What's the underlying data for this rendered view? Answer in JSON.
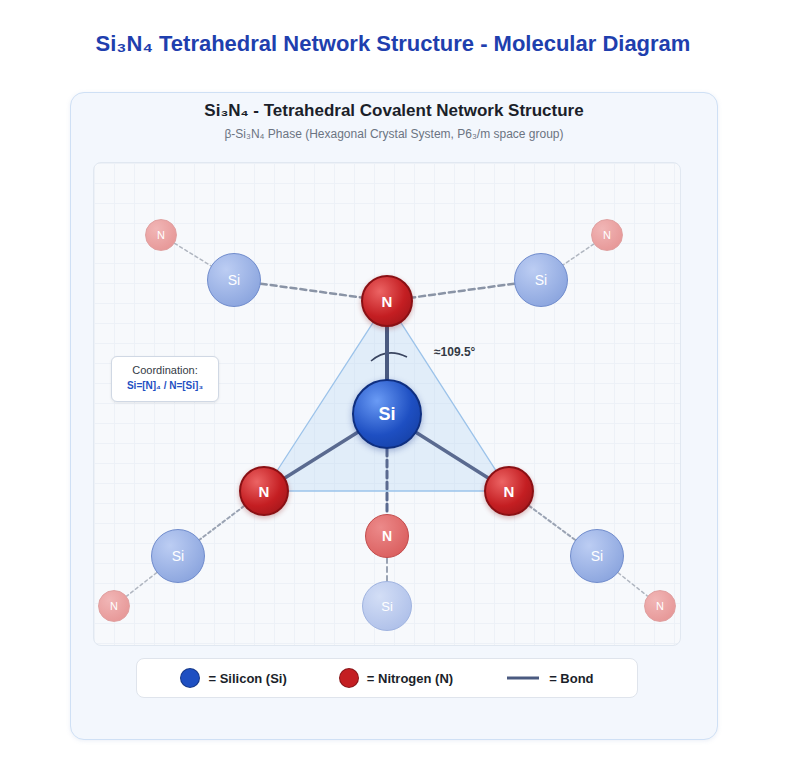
{
  "diagram": {
    "title": "Si₃N₄ Tetrahedral Network Structure - Molecular Diagram",
    "nodes": [
      {
        "text": [
          "Si₃N₄ - Tetrahedral Covalent Network Structure",
          "β-Si₃N₄ Phase (Hexagonal Crystal System, P6₃/m space group)"
        ]
      },
      {
        "text": [
          "N"
        ],
        "in": 0
      },
      {
        "text": [
          "N"
        ],
        "in": 0
      },
      {
        "text": [
          "Si"
        ],
        "in": 0
      },
      {
        "text": [
          "N"
        ],
        "in": 0
      },
      {
        "text": [
          "Si"
        ],
        "in": 0
      },
      {
        "text": [
          "Coordination:",
          "Si=[N]₄ / N=[Si]₃"
        ],
        "in": 0
      },
      {
        "text": [
          "Si"
        ],
        "in": 0
      },
      {
        "text": [
          "N"
        ],
        "in": 0
      },
      {
        "text": [
          "N"
        ],
        "in": 0
      },
      {
        "text": [
          "N"
        ],
        "in": 0
      },
      {
        "text": [
          "Si"
        ],
        "in": 0
      },
      {
        "text": [
          "Si"
        ],
        "in": 0
      },
      {
        "text": [
          "N"
        ],
        "in": 0
      },
      {
        "text": [
          "Si"
        ],
        "in": 0
      },
      {
        "text": [
          "N"
        ],
        "in": 0
      }
    ],
    "edges": [
      {
        "from": 7,
        "to": 4,
        "arrow": "none"
      },
      {
        "from": 7,
        "to": 8,
        "arrow": "none"
      },
      {
        "from": 7,
        "to": 10,
        "arrow": "none"
      },
      {
        "from": 7,
        "to": 9,
        "arrow": "none"
      },
      {
        "from": 4,
        "to": 8,
        "arrow": "none"
      },
      {
        "from": 8,
        "to": 10,
        "arrow": "none"
      },
      {
        "from": 10,
        "to": 4,
        "arrow": "none"
      },
      {
        "from": 3,
        "to": 4,
        "arrow": "none"
      },
      {
        "from": 5,
        "to": 4,
        "arrow": "none"
      },
      {
        "from": 8,
        "to": 11,
        "arrow": "none"
      },
      {
        "from": 10,
        "to": 12,
        "arrow": "none"
      },
      {
        "from": 9,
        "to": 14,
        "arrow": "none"
      },
      {
        "from": 1,
        "to": 3,
        "arrow": "none"
      },
      {
        "from": 2,
        "to": 5,
        "arrow": "none"
      },
      {
        "from": 11,
        "to": 13,
        "arrow": "none"
      },
      {
        "from": 12,
        "to": 15,
        "arrow": "none"
      }
    ],
    "labels": [
      "≈109.5°"
    ],
    "legend": [
      {
        "text": "= Silicon (Si)",
        "color": "#1e4fc2"
      },
      {
        "text": "= Nitrogen (N)",
        "color": "#c41e22"
      },
      {
        "text": "= Bond"
      }
    ]
  }
}
